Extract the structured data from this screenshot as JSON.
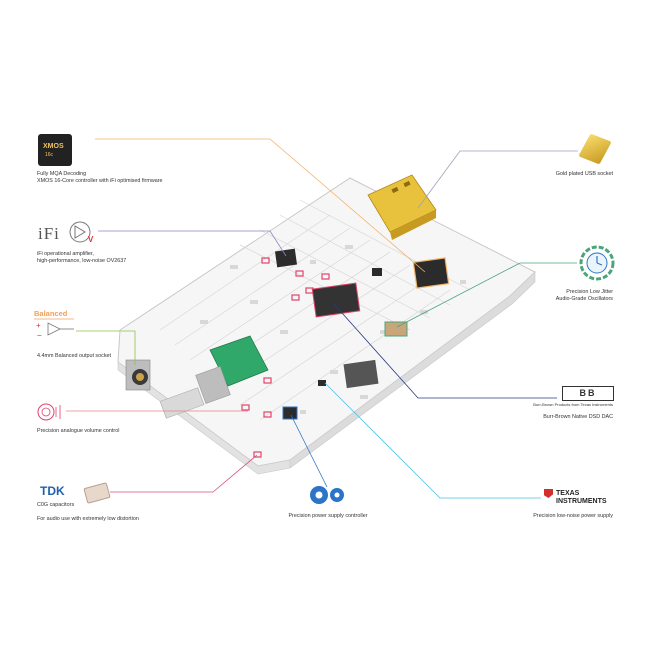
{
  "features": {
    "xmos": {
      "chip_text": "XMOS",
      "chip_sub": "16c",
      "title": "Fully MQA Decoding",
      "desc": "XMOS 16-Core controller with iFi optimised firmware"
    },
    "opamp": {
      "brand": "iFi",
      "title": "iFi operational amplifier,",
      "desc": "high-performance, low-noise OV2637"
    },
    "balanced": {
      "label": "Balanced",
      "title": "4.4mm Balanced output socket"
    },
    "volume": {
      "title": "Precision analogue volume control"
    },
    "tdk": {
      "brand": "TDK",
      "title": "C0G capacitors",
      "desc": "For audio use with extremely low distortion"
    },
    "power_ctrl": {
      "title": "Precision power supply controller"
    },
    "usb": {
      "title": "Gold plated USB socket"
    },
    "oscillators": {
      "title": "Precision Low Jitter",
      "desc": "Audio-Grade Oscillators"
    },
    "dac": {
      "logo_text": "BB",
      "logo_sub": "Burr-Brown Products from Texas Instruments",
      "title": "Burr-Brown Native DSD DAC"
    },
    "ti": {
      "brand_line1": "TEXAS",
      "brand_line2": "INSTRUMENTS",
      "title": "Precision low-noise power supply"
    }
  },
  "colors": {
    "xmos_line": "#f2b36b",
    "opamp_line": "#8b86c8",
    "balanced_line": "#8dc24a",
    "volume_line": "#e8828a",
    "tdk_line": "#d9507d",
    "power_line": "#2b74c7",
    "usb_line": "#9aa3b5",
    "osc_line": "#4aa57a",
    "dac_line": "#2e3a7d",
    "ti_line": "#4fc3e6"
  }
}
